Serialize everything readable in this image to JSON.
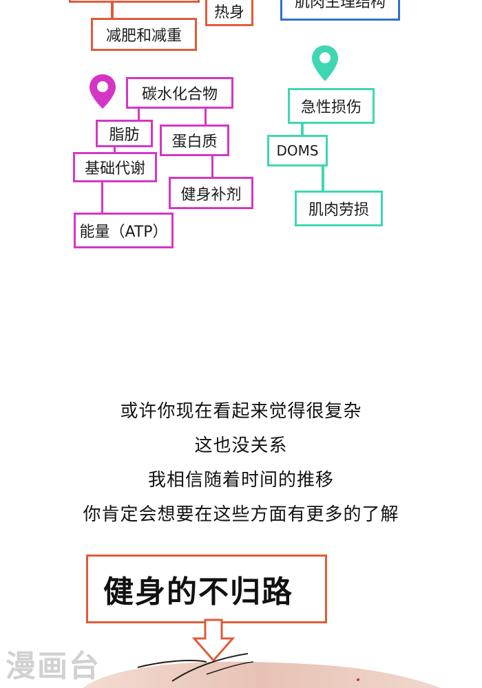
{
  "mindmap": {
    "orange": {
      "warmup": "热身",
      "fatloss": "减肥和减重"
    },
    "blue": {
      "muscle_structure": "肌肉生理结构"
    },
    "magenta": {
      "carbs": "碳水化合物",
      "fat": "脂肪",
      "protein": "蛋白质",
      "bmr": "基础代谢",
      "supplements": "健身补剂",
      "energy": "能量（ATP）"
    },
    "teal": {
      "acute_injury": "急性损伤",
      "doms": "DOMS",
      "strain": "肌肉劳损"
    }
  },
  "captions": [
    "或许你现在看起来觉得很复杂",
    "这也没关系",
    "我相信随着时间的推移",
    "你肯定会想要在这些方面有更多的了解"
  ],
  "section_title": "健身的不归路",
  "watermark": "漫画台",
  "colors": {
    "orange": "#e05a3a",
    "blue": "#2f6fcf",
    "magenta": "#d535c6",
    "teal": "#3fd6b2"
  },
  "icons": {
    "magenta_pin": "map-pin-icon",
    "teal_pin": "map-pin-icon",
    "arrow": "arrow-down-icon"
  }
}
